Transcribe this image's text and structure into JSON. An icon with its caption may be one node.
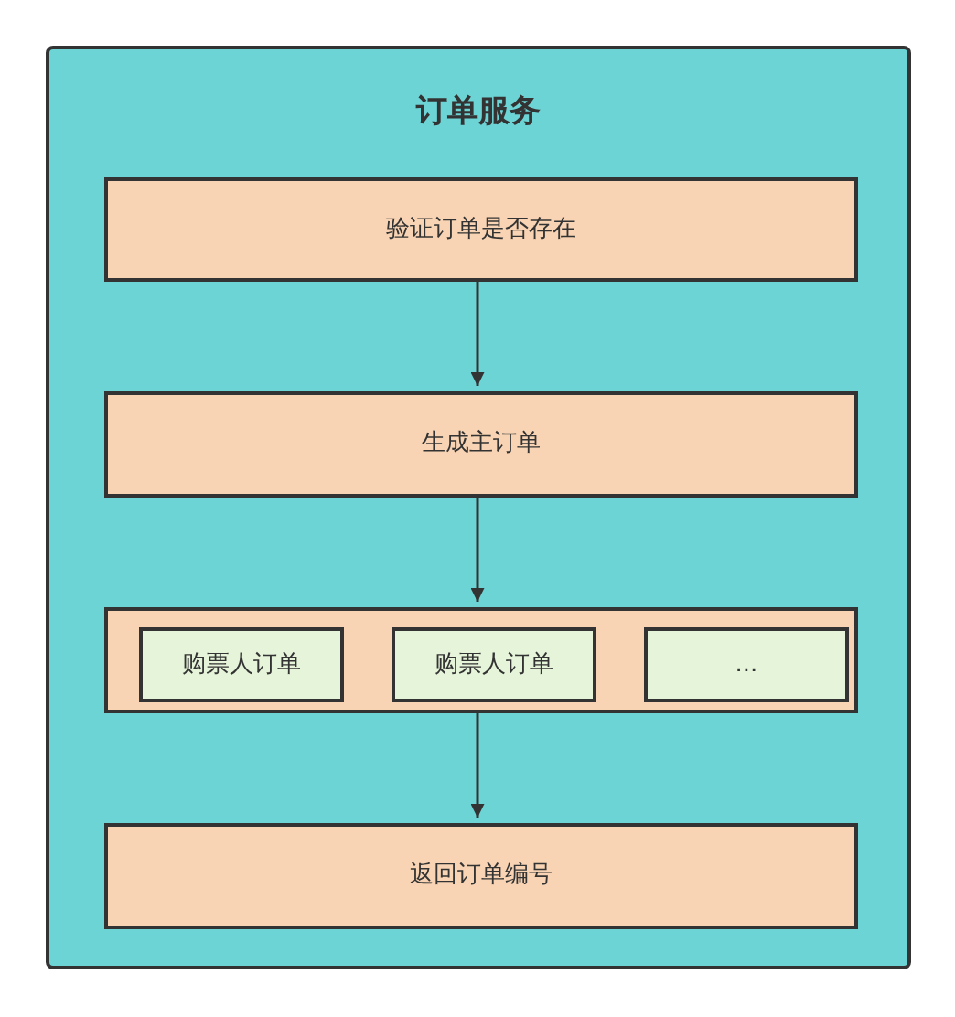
{
  "diagram": {
    "nodes": [
      {
        "text": [
          "订单服务"
        ]
      },
      {
        "text": [
          "验证订单是否存在"
        ],
        "in": 0
      },
      {
        "text": [
          "生成主订单"
        ],
        "in": 0
      },
      {
        "text": [],
        "shape": "box",
        "in": 0
      },
      {
        "text": [
          "购票人订单"
        ],
        "in": 3
      },
      {
        "text": [
          "购票人订单"
        ],
        "in": 3
      },
      {
        "text": [
          "..."
        ],
        "in": 3
      },
      {
        "text": [
          "返回订单编号"
        ],
        "in": 0
      }
    ],
    "edges": [
      {
        "from": 1,
        "to": 2,
        "arrow": "to"
      },
      {
        "from": 2,
        "to": 3,
        "arrow": "to"
      },
      {
        "from": 3,
        "to": 7,
        "arrow": "to"
      }
    ]
  }
}
